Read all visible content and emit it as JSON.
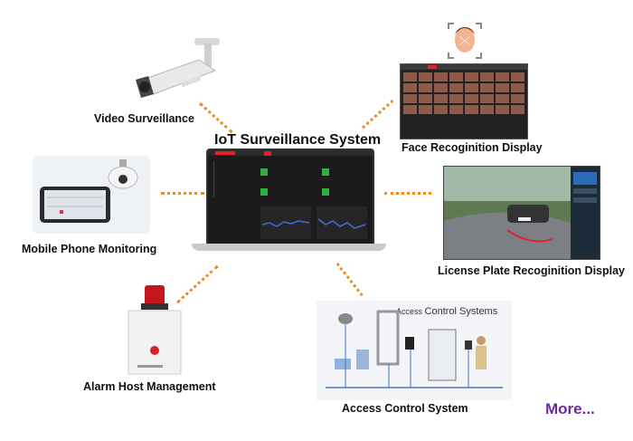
{
  "title": "IoT Surveillance System",
  "labels": {
    "video": "Video Surveillance",
    "mobile": "Mobile Phone Monitoring",
    "alarm": "Alarm Host Management",
    "face": "Face Recoginition Display",
    "plate": "License Plate Recoginition Display",
    "access": "Access Control System"
  },
  "access_image_caption": {
    "prefix": "Access",
    "suffix": "Control Systems"
  },
  "more": "More...",
  "colors": {
    "connector": "#f08a24",
    "more_text": "#6a2ca0",
    "screen_bg": "#1b1b1b",
    "alert_red": "#e5202a",
    "status_green": "#2fae44"
  }
}
